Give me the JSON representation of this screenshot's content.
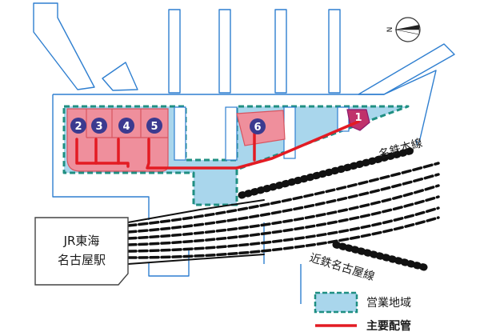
{
  "colors": {
    "land_outline": "#2f7fd0",
    "business_area_fill": "#a9d6ec",
    "business_area_border": "#1f8f82",
    "building_fill": "#ef8f9c",
    "building_stroke": "#d8545f",
    "pipe": "#e31b23",
    "badge_fill": "#3b3a8f",
    "badge_1_fill": "#8a1a6e",
    "rail": "#111111",
    "station_box_stroke": "#444444"
  },
  "compass": {
    "label": "N",
    "icon": "compass-needle-icon"
  },
  "buildings": [
    {
      "id": "2",
      "label": "2"
    },
    {
      "id": "3",
      "label": "3"
    },
    {
      "id": "4",
      "label": "4"
    },
    {
      "id": "5",
      "label": "5"
    },
    {
      "id": "6",
      "label": "6"
    },
    {
      "id": "1",
      "label": "1"
    }
  ],
  "railway_labels": {
    "meitetsu": "名鉄本線",
    "kintetsu": "近鉄名古屋線"
  },
  "station": {
    "line1": "JR東海",
    "line2": "名古屋駅"
  },
  "legend": {
    "business_area": "営業地域",
    "main_pipe": "主要配管"
  }
}
